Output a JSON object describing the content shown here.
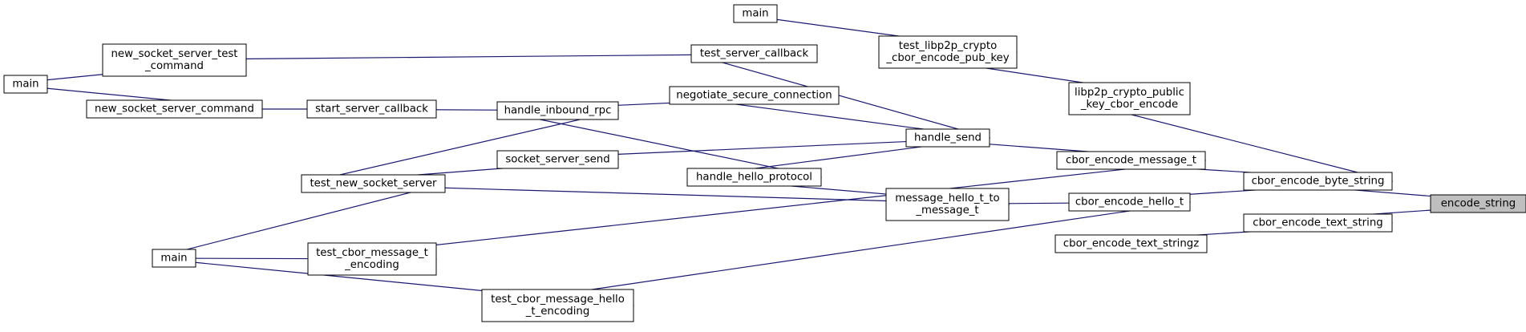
{
  "graph": {
    "edge_color": "#191970",
    "root_fill": "#bfbfbf",
    "nodes": [
      {
        "id": "encode_string",
        "lines": [
          "encode_string"
        ],
        "root": true
      },
      {
        "id": "cbor_encode_byte_string",
        "lines": [
          "cbor_encode_byte_string"
        ]
      },
      {
        "id": "cbor_encode_text_string",
        "lines": [
          "cbor_encode_text_string"
        ]
      },
      {
        "id": "libp2p_crypto_public_key_cbor_encode",
        "lines": [
          "libp2p_crypto_public",
          "_key_cbor_encode"
        ]
      },
      {
        "id": "cbor_encode_message_t",
        "lines": [
          "cbor_encode_message_t"
        ]
      },
      {
        "id": "cbor_encode_hello_t",
        "lines": [
          "cbor_encode_hello_t"
        ]
      },
      {
        "id": "cbor_encode_text_stringz",
        "lines": [
          "cbor_encode_text_stringz"
        ]
      },
      {
        "id": "test_libp2p_crypto_cbor_encode_pub_key",
        "lines": [
          "test_libp2p_crypto",
          "_cbor_encode_pub_key"
        ]
      },
      {
        "id": "handle_send",
        "lines": [
          "handle_send"
        ]
      },
      {
        "id": "message_hello_t_to_message_t",
        "lines": [
          "message_hello_t_to",
          "_message_t"
        ]
      },
      {
        "id": "main_top",
        "lines": [
          "main"
        ]
      },
      {
        "id": "test_server_callback",
        "lines": [
          "test_server_callback"
        ]
      },
      {
        "id": "negotiate_secure_connection",
        "lines": [
          "negotiate_secure_connection"
        ]
      },
      {
        "id": "handle_hello_protocol",
        "lines": [
          "handle_hello_protocol"
        ]
      },
      {
        "id": "socket_server_send",
        "lines": [
          "socket_server_send"
        ]
      },
      {
        "id": "handle_inbound_rpc",
        "lines": [
          "handle_inbound_rpc"
        ]
      },
      {
        "id": "test_cbor_message_hello_t_encoding",
        "lines": [
          "test_cbor_message_hello",
          "_t_encoding"
        ]
      },
      {
        "id": "start_server_callback",
        "lines": [
          "start_server_callback"
        ]
      },
      {
        "id": "test_new_socket_server",
        "lines": [
          "test_new_socket_server"
        ]
      },
      {
        "id": "test_cbor_message_t_encoding",
        "lines": [
          "test_cbor_message_t",
          "_encoding"
        ]
      },
      {
        "id": "new_socket_server_test_command",
        "lines": [
          "new_socket_server_test",
          "_command"
        ]
      },
      {
        "id": "new_socket_server_command",
        "lines": [
          "new_socket_server_command"
        ]
      },
      {
        "id": "main_left",
        "lines": [
          "main"
        ]
      },
      {
        "id": "main_bottom",
        "lines": [
          "main"
        ]
      }
    ],
    "edges": [
      {
        "from": "cbor_encode_byte_string",
        "to": "encode_string"
      },
      {
        "from": "cbor_encode_text_string",
        "to": "encode_string"
      },
      {
        "from": "libp2p_crypto_public_key_cbor_encode",
        "to": "cbor_encode_byte_string"
      },
      {
        "from": "cbor_encode_message_t",
        "to": "cbor_encode_byte_string"
      },
      {
        "from": "cbor_encode_hello_t",
        "to": "cbor_encode_byte_string"
      },
      {
        "from": "cbor_encode_text_stringz",
        "to": "cbor_encode_text_string"
      },
      {
        "from": "test_libp2p_crypto_cbor_encode_pub_key",
        "to": "libp2p_crypto_public_key_cbor_encode"
      },
      {
        "from": "main_top",
        "to": "test_libp2p_crypto_cbor_encode_pub_key"
      },
      {
        "from": "handle_send",
        "to": "cbor_encode_message_t"
      },
      {
        "from": "test_cbor_message_t_encoding",
        "to": "cbor_encode_message_t"
      },
      {
        "from": "message_hello_t_to_message_t",
        "to": "cbor_encode_hello_t"
      },
      {
        "from": "test_cbor_message_hello_t_encoding",
        "to": "cbor_encode_hello_t"
      },
      {
        "from": "test_server_callback",
        "to": "handle_send"
      },
      {
        "from": "negotiate_secure_connection",
        "to": "handle_send"
      },
      {
        "from": "socket_server_send",
        "to": "handle_send"
      },
      {
        "from": "handle_hello_protocol",
        "to": "handle_send"
      },
      {
        "from": "handle_hello_protocol",
        "to": "message_hello_t_to_message_t"
      },
      {
        "from": "test_new_socket_server",
        "to": "message_hello_t_to_message_t"
      },
      {
        "from": "new_socket_server_test_command",
        "to": "test_server_callback"
      },
      {
        "from": "handle_inbound_rpc",
        "to": "negotiate_secure_connection"
      },
      {
        "from": "handle_inbound_rpc",
        "to": "handle_hello_protocol"
      },
      {
        "from": "test_new_socket_server",
        "to": "socket_server_send"
      },
      {
        "from": "start_server_callback",
        "to": "handle_inbound_rpc"
      },
      {
        "from": "test_new_socket_server",
        "to": "handle_inbound_rpc"
      },
      {
        "from": "new_socket_server_command",
        "to": "start_server_callback"
      },
      {
        "from": "main_bottom",
        "to": "test_new_socket_server"
      },
      {
        "from": "main_bottom",
        "to": "test_cbor_message_t_encoding"
      },
      {
        "from": "main_bottom",
        "to": "test_cbor_message_hello_t_encoding"
      },
      {
        "from": "main_left",
        "to": "new_socket_server_test_command"
      },
      {
        "from": "main_left",
        "to": "new_socket_server_command"
      }
    ]
  }
}
